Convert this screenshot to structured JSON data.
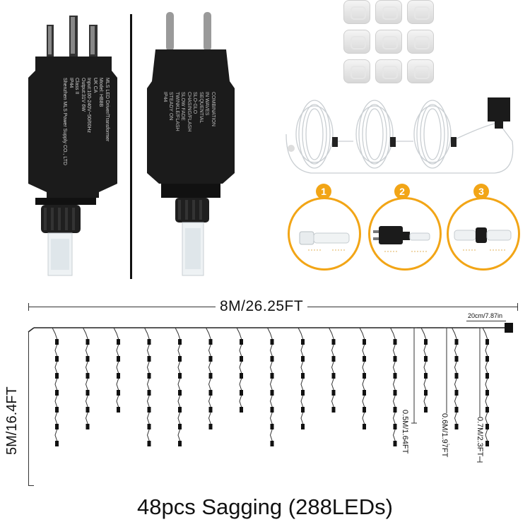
{
  "adapters": {
    "uk_label_lines": [
      "MLS LED Driver/Transformer",
      "Model: HB8B",
      "UK CA",
      "Input:100-240V~50/60Hz",
      "Output:31V 6W",
      "Class II",
      "IP44",
      "Shenzhen MLS Power Supply CO., LTD"
    ],
    "eu_label_lines": [
      "COMBINATION",
      "IN WAVES",
      "SEQUENTIAL",
      "SLO-GLO",
      "CHASING/FLASH",
      "SLOW FADE",
      "TWINKLE/FLASH",
      "STEADY ON",
      "IP44"
    ]
  },
  "steps": [
    {
      "number": "1"
    },
    {
      "number": "2"
    },
    {
      "number": "3"
    }
  ],
  "dimensions": {
    "total_width": "8M/26.25FT",
    "spacing": "20cm/7.87in",
    "height": "5M/16.4FT",
    "drop_short": "0.5M/1.64FT",
    "drop_mid": "0.6M/1.97FT",
    "drop_long": "0.7M/2.3FT"
  },
  "caption": "48pcs Sagging (288LEDs)",
  "colors": {
    "accent": "#f2a516",
    "device": "#1a1a1a",
    "line": "#222222"
  }
}
